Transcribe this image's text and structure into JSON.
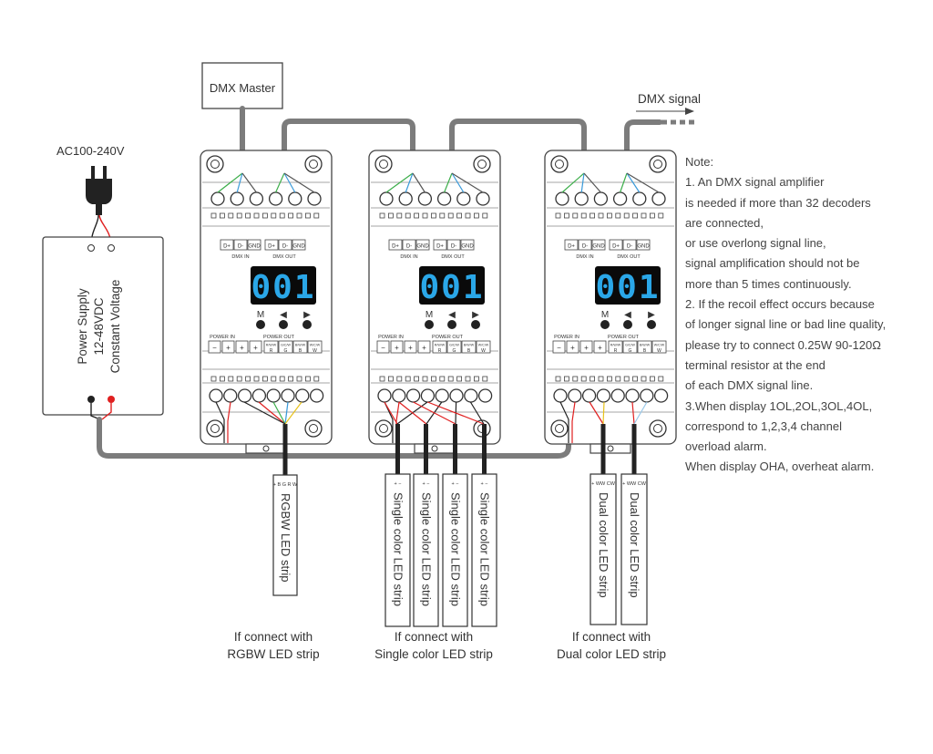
{
  "labels": {
    "dmx_master": "DMX Master",
    "dmx_signal": "DMX signal",
    "ac_input": "AC100-240V",
    "power_supply": [
      "Power Supply",
      "12-48VDC",
      "Constant Voltage"
    ]
  },
  "decoder": {
    "display": "001",
    "dmx_in": "DMX IN",
    "dmx_out": "DMX OUT",
    "dmx_terminals": [
      "D+",
      "D-",
      "GND",
      "D+",
      "D-",
      "GND"
    ],
    "buttons": [
      "M",
      "◀",
      "▶"
    ],
    "power_in": "POWER IN",
    "power_out": "POWER OUT",
    "power_terminals": [
      "−",
      "+",
      "+",
      "+"
    ],
    "channel_terminals": [
      "R/W/W",
      "G/C/W",
      "B/W/W",
      "W/C/W"
    ],
    "channel_letters": [
      "R",
      "G",
      "B",
      "W"
    ]
  },
  "strips": {
    "rgbw": "RGBW LED strip",
    "single": "Single color LED strip",
    "dual": "Dual color LED strip",
    "rgbw_pins": "+ B G R W",
    "single_pins": "+ −",
    "dual_pins": "+ WW CW"
  },
  "captions": [
    {
      "line1": "If connect with",
      "line2": "RGBW LED strip"
    },
    {
      "line1": "If connect with",
      "line2": "Single color LED strip"
    },
    {
      "line1": "If connect with",
      "line2": "Dual color LED strip"
    }
  ],
  "notes": [
    "Note:",
    "1. An DMX signal amplifier",
    "is needed if more than 32 decoders",
    "are connected,",
    "or use overlong signal line,",
    "signal amplification should not be",
    "more than 5 times continuously.",
    "2. If the recoil effect occurs because",
    "of longer signal line or bad line quality,",
    "please try to connect 0.25W 90-120Ω",
    "terminal resistor at the end",
    "of each DMX signal line.",
    "3.When display 1OL,2OL,3OL,4OL,",
    "correspond to 1,2,3,4 channel",
    "overload alarm.",
    "When display OHA, overheat alarm."
  ],
  "colors": {
    "display_bg": "#0a0a0a",
    "display_digits": "#2aa7e8",
    "bus_wire": "#7c7c7c",
    "red_wire": "#e02020",
    "green_wire": "#3cae4a",
    "blue_wire": "#3a9ad9",
    "yellow_wire": "#e8c21a",
    "outline": "#444444"
  }
}
